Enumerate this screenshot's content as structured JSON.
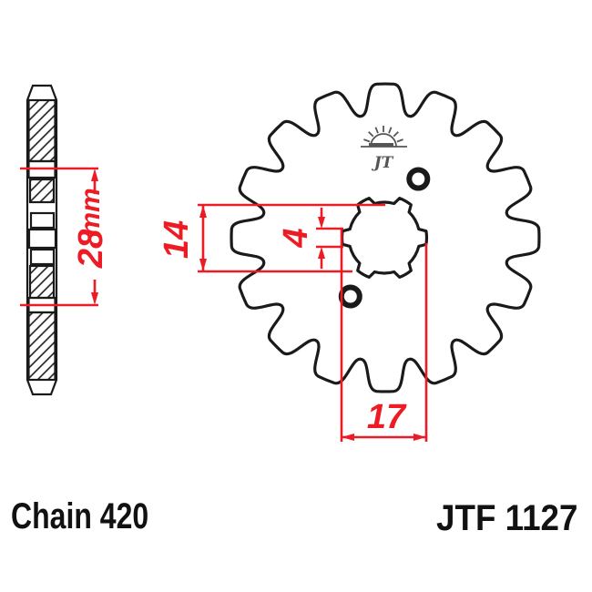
{
  "colors": {
    "dimension_red": "#ed1c24",
    "line_black": "#1a1a1a",
    "logo_gray": "#555555"
  },
  "front_view": {
    "teeth_count": 16,
    "spline_tabs": 6,
    "dim_height": "14",
    "dim_spline": "4",
    "dim_bore": "17",
    "logo_text": "JT"
  },
  "side_view": {
    "dim_width": "28",
    "dim_width_unit": "mm"
  },
  "footer": {
    "chain_label": "Chain 420",
    "part_number": "JTF 1127"
  }
}
